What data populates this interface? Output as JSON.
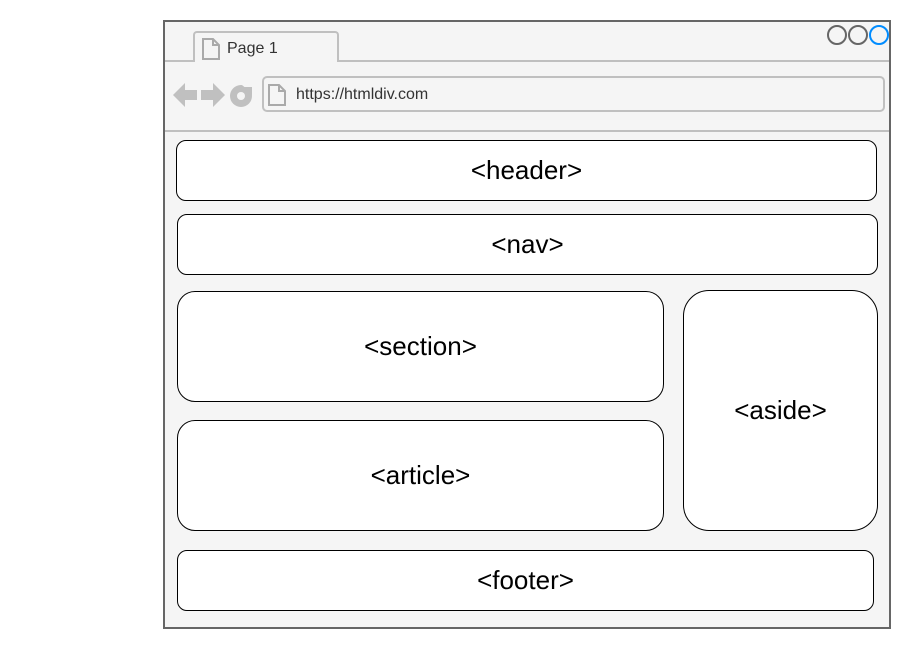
{
  "browser": {
    "tab": {
      "label": "Page 1"
    },
    "address": {
      "url": "https://htmldiv.com"
    },
    "window_controls": [
      "minimize",
      "maximize",
      "close"
    ],
    "colors": {
      "frame": "#666666",
      "chrome": "#c0c0c0",
      "active_control": "#008cff",
      "background": "#f5f5f5"
    }
  },
  "layout_blocks": {
    "header": "<header>",
    "nav": "<nav>",
    "section": "<section>",
    "article": "<article>",
    "aside": "<aside>",
    "footer": "<footer>"
  }
}
